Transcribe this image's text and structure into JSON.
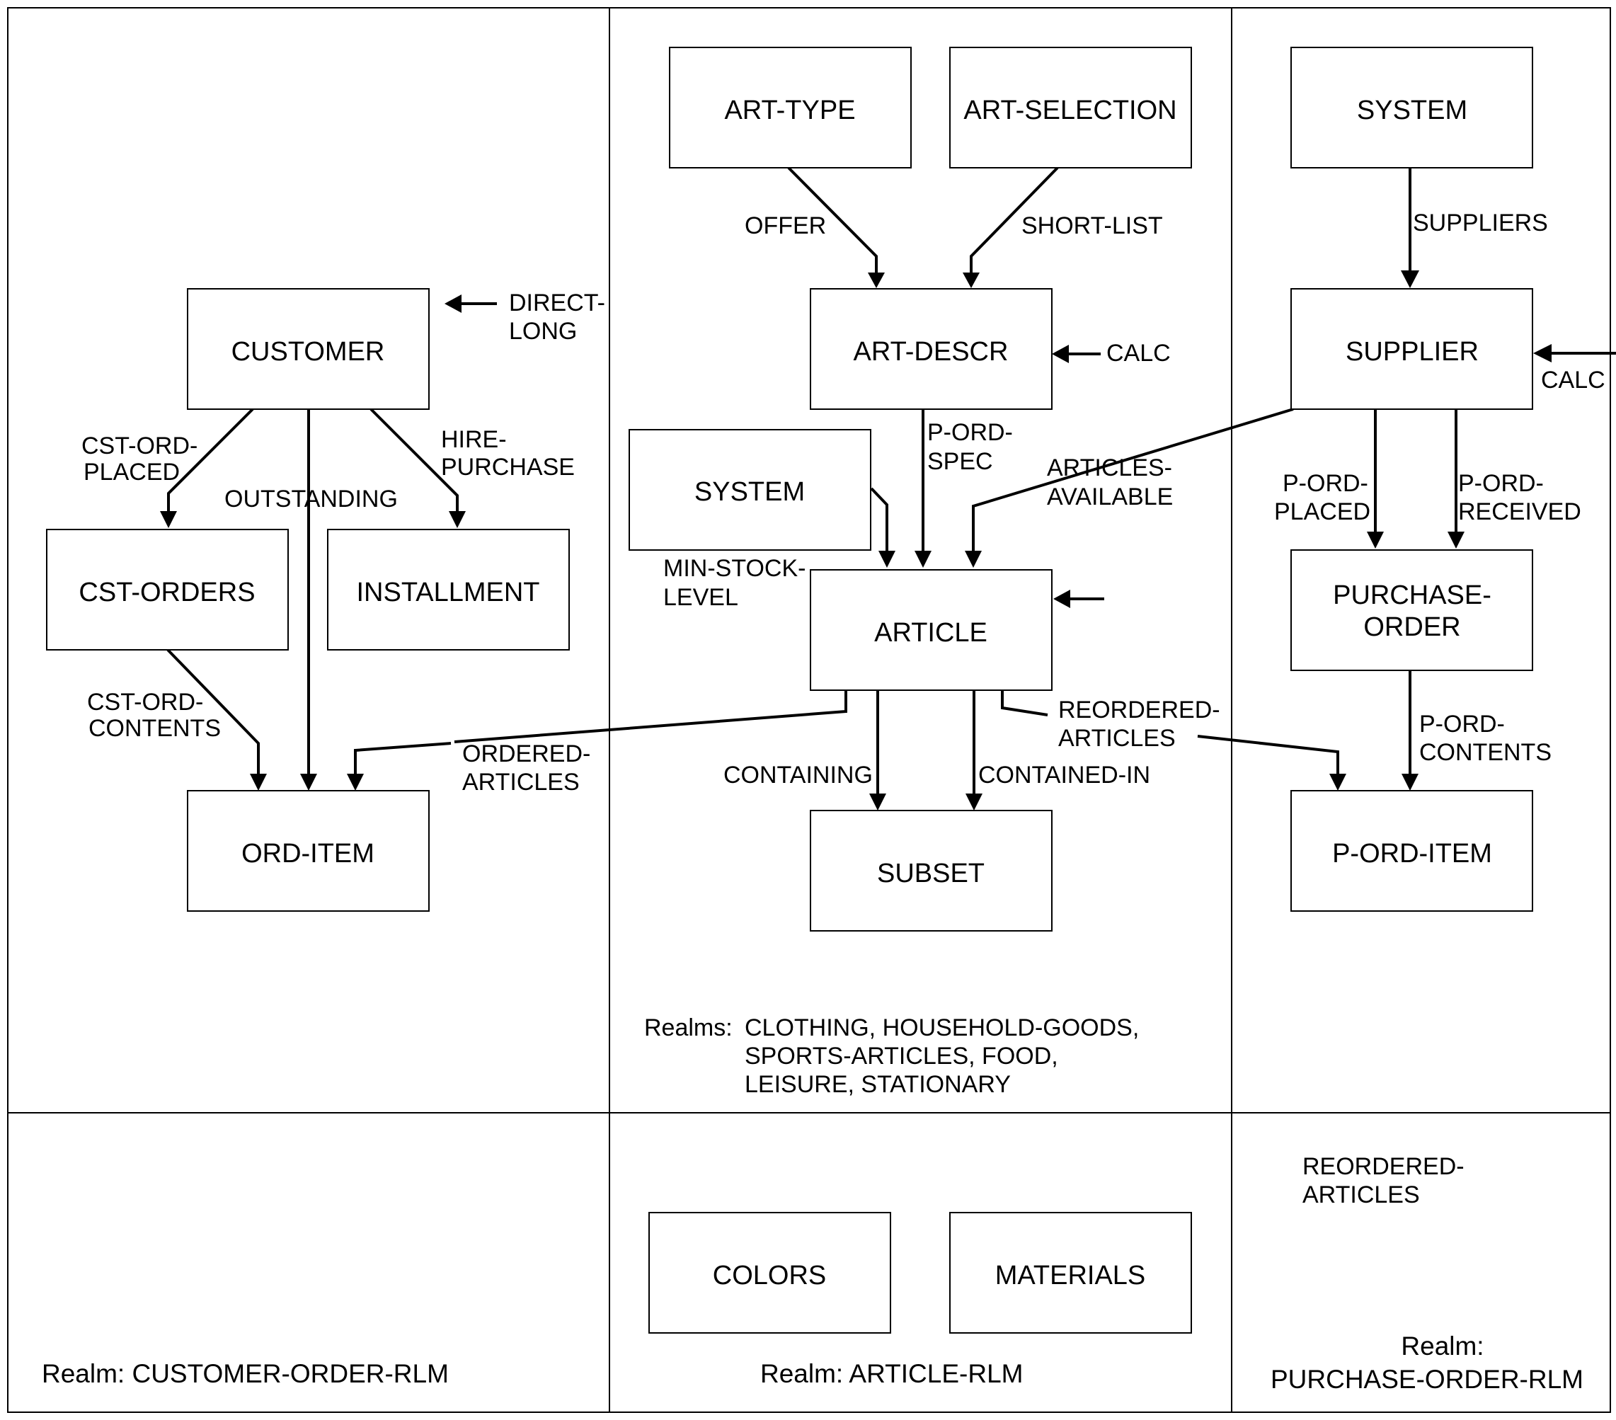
{
  "nodes": {
    "art_type": "ART-TYPE",
    "art_selection": "ART-SELECTION",
    "system_top": "SYSTEM",
    "customer": "CUSTOMER",
    "art_descr": "ART-DESCR",
    "supplier": "SUPPLIER",
    "system_mid": "SYSTEM",
    "cst_orders": "CST-ORDERS",
    "installment": "INSTALLMENT",
    "article": "ARTICLE",
    "purchase_order": [
      "PURCHASE-",
      "ORDER"
    ],
    "ord_item": "ORD-ITEM",
    "subset": "SUBSET",
    "p_ord_item": "P-ORD-ITEM",
    "colors": "COLORS",
    "materials": "MATERIALS"
  },
  "edges": {
    "offer": [
      "OFFER"
    ],
    "short_list": [
      "SHORT-LIST"
    ],
    "suppliers": [
      "SUPPLIERS"
    ],
    "direct_long": [
      "DIRECT-",
      "LONG"
    ],
    "calc_art_descr": [
      "CALC"
    ],
    "calc_supplier": [
      "CALC"
    ],
    "cst_ord_placed": [
      "CST-ORD-",
      "PLACED"
    ],
    "outstanding": [
      "OUTSTANDING"
    ],
    "hire_purchase": [
      "HIRE-",
      "PURCHASE"
    ],
    "p_ord_spec": [
      "P-ORD-",
      "SPEC"
    ],
    "articles_available": [
      "ARTICLES-",
      "AVAILABLE"
    ],
    "min_stock_level": [
      "MIN-STOCK-",
      "LEVEL"
    ],
    "p_ord_placed": [
      "P-ORD-",
      "PLACED"
    ],
    "p_ord_received": [
      "P-ORD-",
      "RECEIVED"
    ],
    "cst_ord_contents": [
      "CST-ORD-",
      "CONTENTS"
    ],
    "ordered_articles": [
      "ORDERED-",
      "ARTICLES"
    ],
    "reordered_articles": [
      "REORDERED-",
      "ARTICLES"
    ],
    "containing": [
      "CONTAINING"
    ],
    "contained_in": [
      "CONTAINED-IN"
    ],
    "p_ord_contents": [
      "P-ORD-",
      "CONTENTS"
    ]
  },
  "realms": {
    "article_list_label": "Realms:",
    "article_list": [
      "CLOTHING, HOUSEHOLD-GOODS,",
      "SPORTS-ARTICLES, FOOD,",
      "LEISURE, STATIONARY"
    ],
    "customer_order": "Realm: CUSTOMER-ORDER-RLM",
    "article": "Realm: ARTICLE-RLM",
    "purchase_order": [
      "Realm:",
      "PURCHASE-ORDER-RLM"
    ],
    "reordered_note": [
      "REORDERED-",
      "ARTICLES"
    ]
  }
}
